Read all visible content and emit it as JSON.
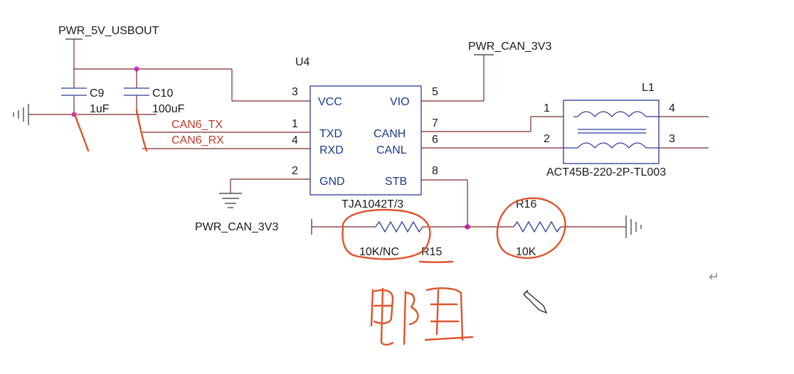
{
  "nets": {
    "pwr_5v_usbout": "PWR_5V_USBOUT",
    "pwr_can_3v3_top": "PWR_CAN_3V3",
    "pwr_can_3v3_left": "PWR_CAN_3V3",
    "can6_tx": "CAN6_TX",
    "can6_rx": "CAN6_RX"
  },
  "capacitors": [
    {
      "ref": "C9",
      "value": "1uF"
    },
    {
      "ref": "C10",
      "value": "100uF"
    }
  ],
  "u4": {
    "ref": "U4",
    "part": "TJA1042T/3",
    "pins": {
      "vcc": {
        "num": "3",
        "name": "VCC"
      },
      "txd": {
        "num": "1",
        "name": "TXD"
      },
      "rxd": {
        "num": "4",
        "name": "RXD"
      },
      "gnd": {
        "num": "2",
        "name": "GND"
      },
      "vio": {
        "num": "5",
        "name": "VIO"
      },
      "canh": {
        "num": "7",
        "name": "CANH"
      },
      "canl": {
        "num": "6",
        "name": "CANL"
      },
      "stb": {
        "num": "8",
        "name": "STB"
      }
    }
  },
  "l1": {
    "ref": "L1",
    "part": "ACT45B-220-2P-TL003",
    "pins": {
      "p1": "1",
      "p2": "2",
      "p3": "3",
      "p4": "4"
    }
  },
  "resistors": [
    {
      "ref": "R15",
      "value": "10K/NC"
    },
    {
      "ref": "R16",
      "value": "10K"
    }
  ],
  "annotation": {
    "handwriting": "电阻",
    "return_symbol": "↵"
  },
  "colors": {
    "wire": "#7a2a2a",
    "component": "#2b3a9a",
    "net_label_red": "#c0392b",
    "junction": "#d62bd6",
    "ink": "#e0532a"
  }
}
